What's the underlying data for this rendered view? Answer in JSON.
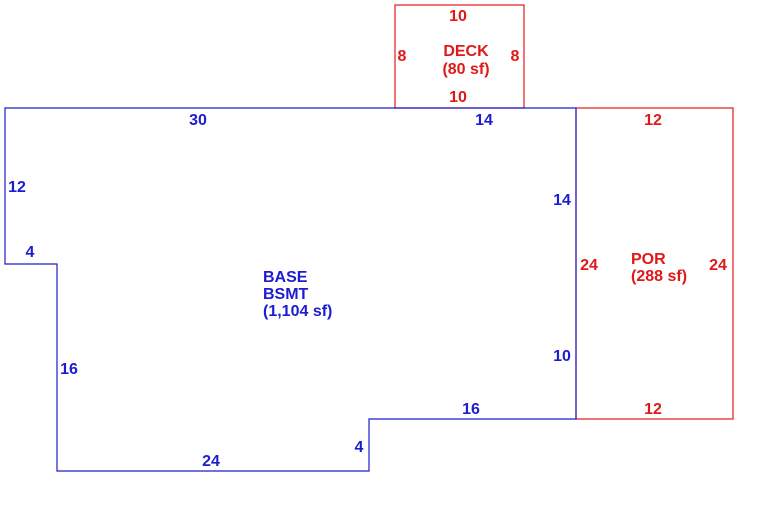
{
  "colors": {
    "base": "#1c1cd0",
    "addition": "#e01818",
    "background": "#ffffff"
  },
  "areas": {
    "deck": {
      "name": "DECK",
      "area": "(80 sf)",
      "dims": {
        "top": "10",
        "bottom": "10",
        "left": "8",
        "right": "8"
      }
    },
    "base": {
      "name": "BASE",
      "sub": "BSMT",
      "area": "(1,104 sf)",
      "dims": {
        "top_left": "30",
        "top_right": "14",
        "left_upper": "12",
        "step_left": "4",
        "left_lower": "16",
        "bottom_left": "24",
        "step_bottom": "4",
        "bottom_right": "16",
        "right_upper": "14",
        "right_lower": "10"
      }
    },
    "porch": {
      "name": "POR",
      "area": "(288 sf)",
      "dims": {
        "top": "12",
        "bottom": "12",
        "left": "24",
        "right": "24"
      }
    }
  }
}
